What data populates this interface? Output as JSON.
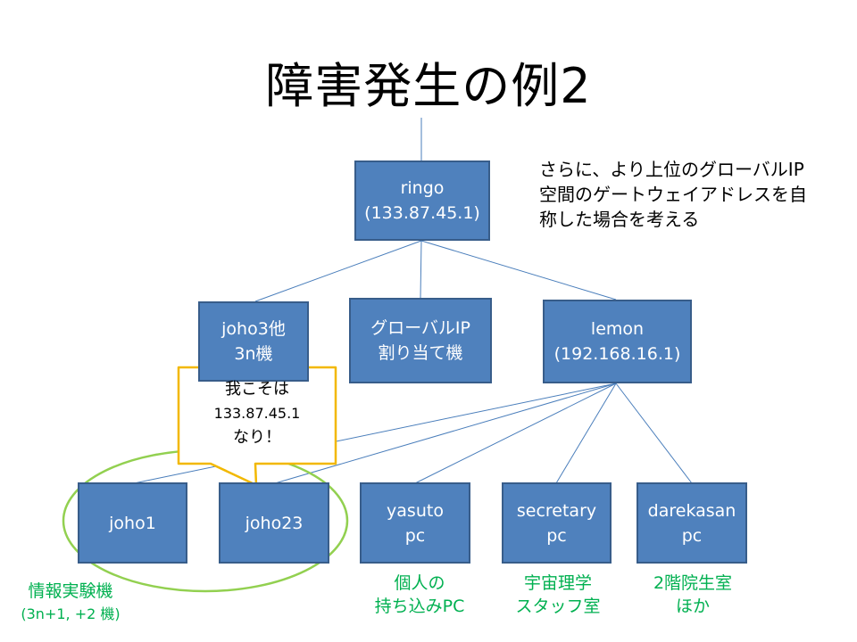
{
  "title": "障害発生の例2",
  "note": [
    "さらに、より上位のグローバルIP",
    "空間のゲートウェイアドレスを自",
    "称した場合を考える"
  ],
  "nodes": {
    "ringo": [
      "ringo",
      "(133.87.45.1)"
    ],
    "joho3": [
      "joho3他",
      "3n機"
    ],
    "global": [
      "グローバルIP",
      "割り当て機"
    ],
    "lemon": [
      "lemon",
      "(192.168.16.1)"
    ],
    "joho1": [
      "joho1"
    ],
    "joho23": [
      "joho23"
    ],
    "yasuto": [
      "yasuto",
      "pc"
    ],
    "secretary": [
      "secretary",
      "pc"
    ],
    "darekasan": [
      "darekasan",
      "pc"
    ]
  },
  "callout": [
    "我こそは",
    "133.87.45.1",
    "なり！"
  ],
  "group_labels": {
    "lab": [
      "情報実験機",
      "(3n+1, +2 機)"
    ],
    "personal": [
      "個人の",
      "持ち込みPC"
    ],
    "space": [
      "宇宙理学",
      "スタッフ室"
    ],
    "floor2": [
      "2階院生室",
      "ほか"
    ]
  },
  "colors": {
    "node_fill": "#4f81bd",
    "node_border": "#385d8a",
    "line": "#4a7ebb",
    "callout_border": "#f2b800",
    "highlight_ring": "#92d050",
    "label_green": "#00b050"
  }
}
